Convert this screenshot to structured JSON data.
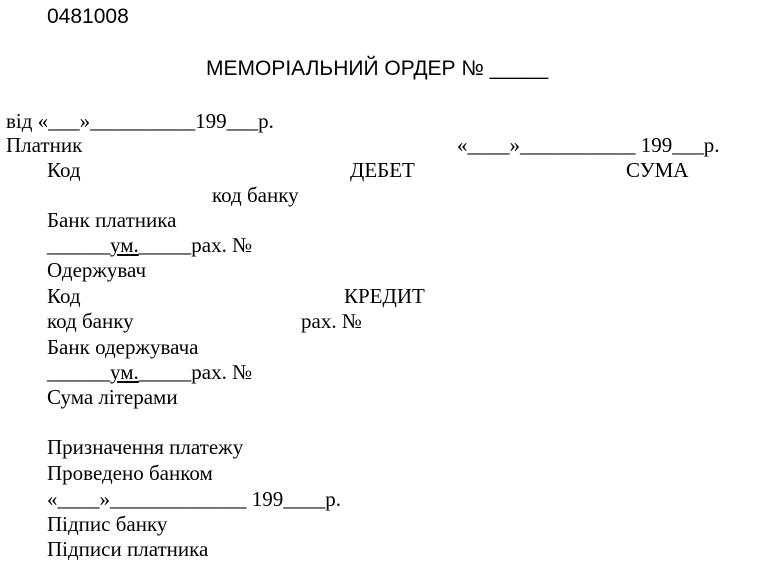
{
  "doc": {
    "form_code": "0481008",
    "title": "МЕМОРІАЛЬНИЙ ОРДЕР № _____",
    "date_line": "від «___»__________199___р.",
    "payer": {
      "label": "Платник",
      "date_right": "«____»___________ 199___р.",
      "code_label": "Код",
      "bank_code_label": "код банку",
      "bank_label": "Банк платника",
      "account_prefix": "______",
      "account_um": "ум.",
      "account_suffix": "_____рах. №"
    },
    "debit_label": "ДЕБЕТ",
    "sum_label": "СУМА",
    "recipient": {
      "label": "Одержувач",
      "code_label": "Код",
      "bank_code_label": "код банку",
      "account_label": "рах. №",
      "bank_label": "Банк одержувача",
      "account_prefix": "______",
      "account_um": "ум.",
      "account_suffix": "_____рах. №"
    },
    "credit_label": "КРЕДИТ",
    "sum_words_label": "Сума літерами",
    "purpose_label": "Призначення платежу",
    "processed_label": "Проведено банком",
    "processed_date": "«____»_____________ 199____р.",
    "bank_signature_label": "Підпис банку",
    "payer_signatures_label": "Підписи платника"
  }
}
